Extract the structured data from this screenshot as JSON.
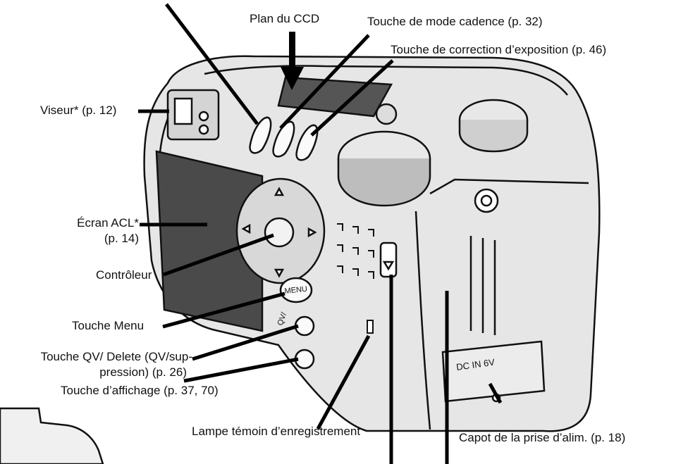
{
  "labels": {
    "plan_ccd": "Plan du CCD",
    "touche_mode_cadence": "Touche de mode cadence (p. 32)",
    "touche_correction": "Touche de correction d’exposition (p. 46)",
    "viseur": "Viseur* (p. 12)",
    "ecran_acl_line1": "Écran ACL*",
    "ecran_acl_line2": "(p. 14)",
    "controleur": "Contrôleur",
    "touche_menu": "Touche Menu",
    "touche_qv_line1": "Touche QV/ Delete (QV/sup-",
    "touche_qv_line2": "pression) (p. 26)",
    "touche_affichage": "Touche d’affichage (p. 37, 70)",
    "lampe_temoin": "Lampe témoin d’enregistrement",
    "capot_prise": "Capot de la prise d’alim. (p. 18)"
  },
  "camera_markings": {
    "menu_button": "MENU",
    "qv_button": "QV/",
    "dc_in": "DC IN 6V"
  }
}
